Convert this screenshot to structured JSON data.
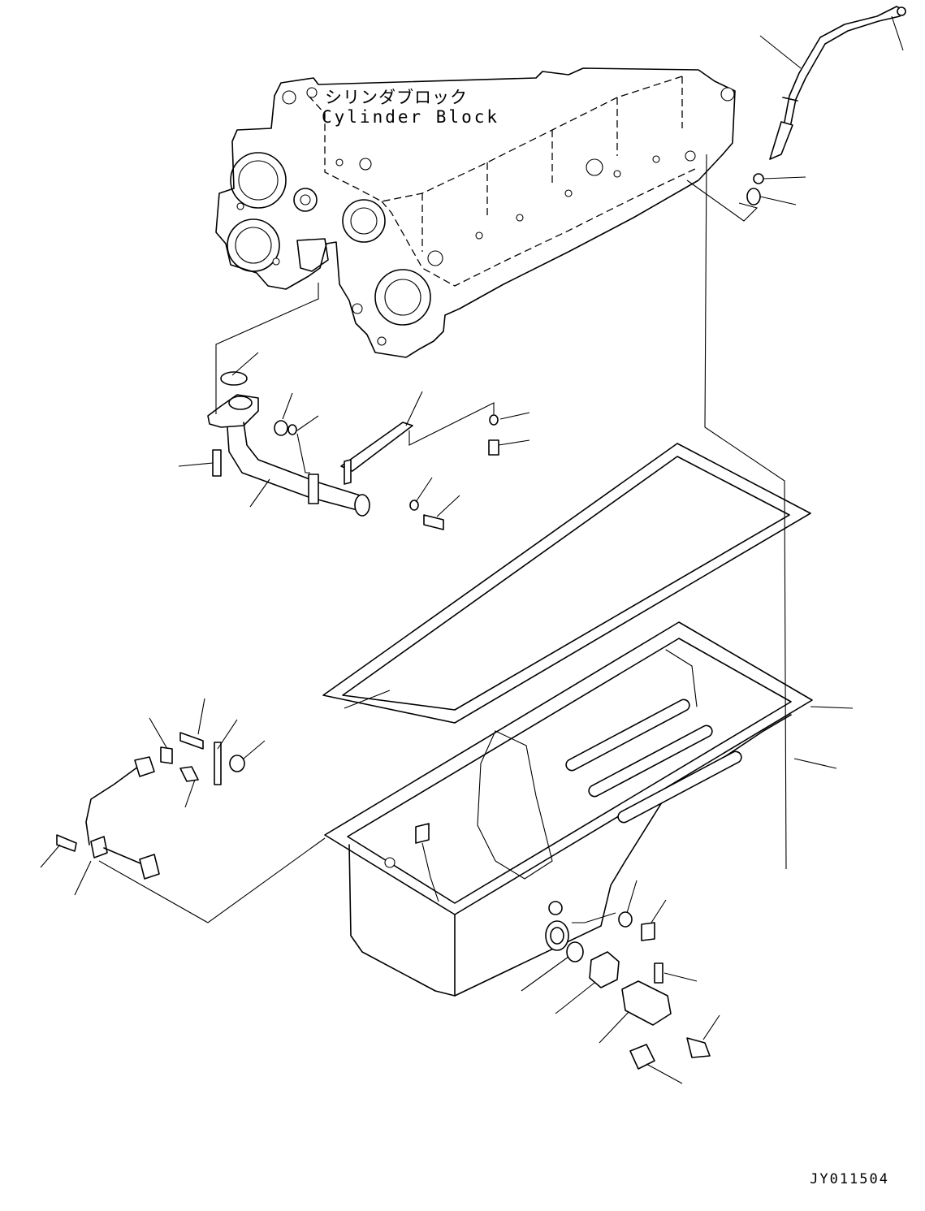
{
  "block_label_ja": "シリンダブロック",
  "block_label_en": "Cylinder Block",
  "drawing_code": "JY011504"
}
